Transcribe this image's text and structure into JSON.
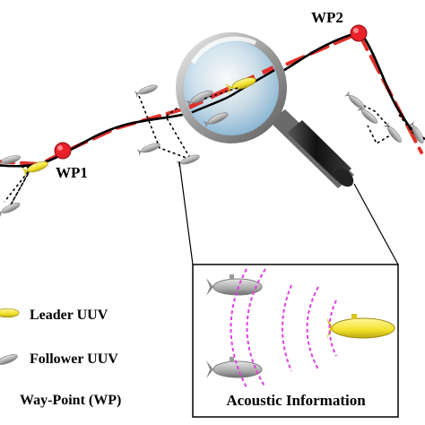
{
  "waypoints": {
    "wp1": "WP1",
    "wp2": "WP2"
  },
  "legend": {
    "leader": "Leader UUV",
    "follower": "Follower UUV",
    "waypoint": "Way-Point (WP)"
  },
  "inset": {
    "caption": "Acoustic Information"
  },
  "colors": {
    "planned_path": "#e0302a",
    "actual_path": "#000000",
    "waypoint_marker": "#e8202a",
    "leader_body": "#f2e12a",
    "follower_body": "#a9a9a9",
    "acoustic_wave": "#e040e0"
  },
  "icons": {
    "zoom": "magnifier-icon",
    "leader": "leader-uuv-icon",
    "follower": "follower-uuv-icon",
    "waypoint": "waypoint-dot-icon"
  }
}
